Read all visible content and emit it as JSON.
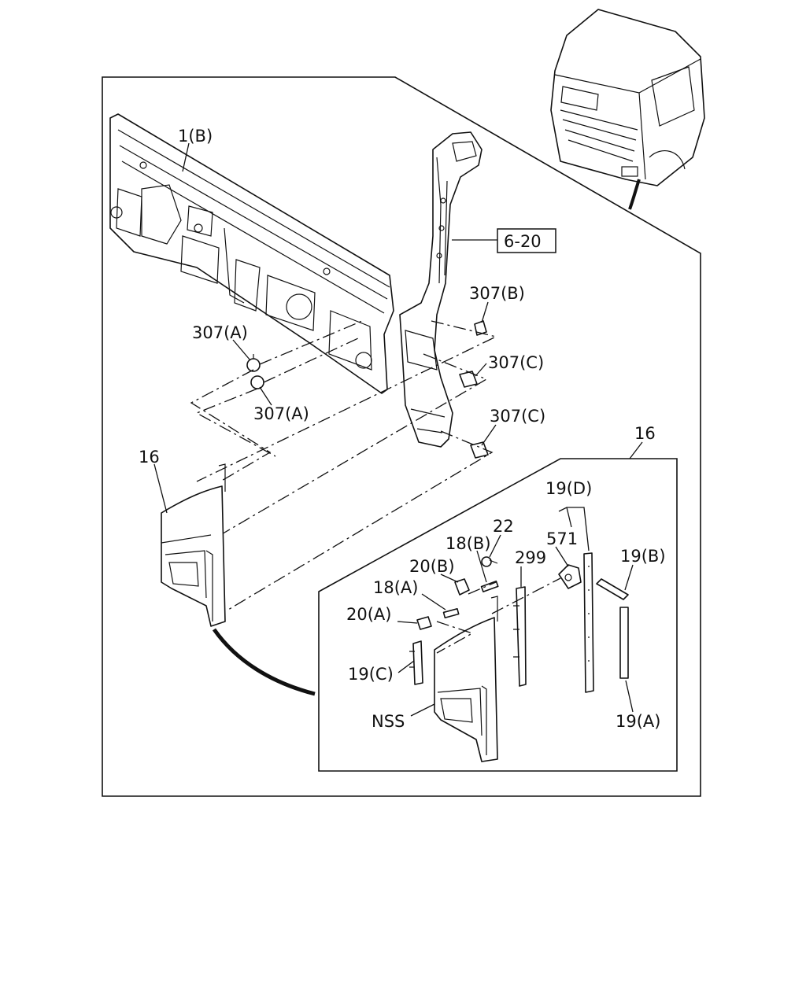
{
  "callouts": {
    "label_1b": "1(B)",
    "label_6_20": "6-20",
    "label_307b": "307(B)",
    "label_307a_upper": "307(A)",
    "label_307c_upper": "307(C)",
    "label_307a_lower": "307(A)",
    "label_307c_lower": "307(C)",
    "label_16_left": "16",
    "label_16_right": "16",
    "label_19d": "19(D)",
    "label_22": "22",
    "label_571": "571",
    "label_18b": "18(B)",
    "label_299": "299",
    "label_19b": "19(B)",
    "label_20b": "20(B)",
    "label_18a": "18(A)",
    "label_20a": "20(A)",
    "label_19c": "19(C)",
    "label_nss": "NSS",
    "label_19a": "19(A)"
  },
  "colors": {
    "line": "#111111",
    "background": "#ffffff"
  }
}
